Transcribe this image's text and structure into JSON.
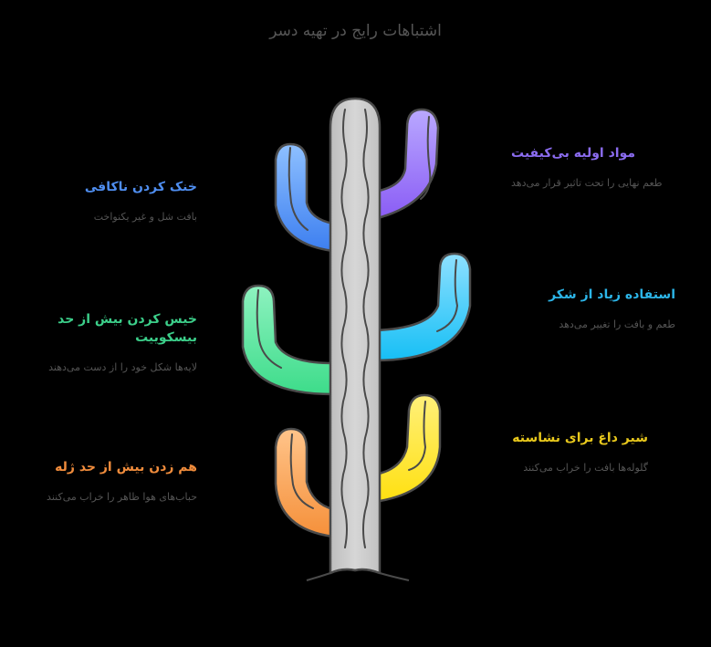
{
  "title": "اشتباهات رایج در تهیه دسر",
  "items": [
    {
      "heading": "مواد اولیه بی‌کیفیت",
      "description": "طعم نهایی را تحت تاثیر قرار می‌دهد",
      "color": "#8b6cf0",
      "side": "right"
    },
    {
      "heading": "استفاده زیاد از شکر",
      "description": "طعم و بافت را تغییر می‌دهد",
      "color": "#2cb5e8",
      "side": "right"
    },
    {
      "heading": "شیر داغ برای نشاسته",
      "description": "گلوله‌ها بافت را خراب می‌کنند",
      "color": "#e8c81c",
      "side": "right"
    },
    {
      "heading": "خنک کردن ناکافی",
      "description": "بافت شل و غیر یکنواخت",
      "color": "#4f8ef0",
      "side": "left"
    },
    {
      "heading": "خیس کردن بیش از حد بیسکوییت",
      "description": "لایه‌ها شکل خود را از دست می‌دهند",
      "color": "#3ccf8a",
      "side": "left"
    },
    {
      "heading": "هم زدن بیش از حد ژله",
      "description": "حباب‌های هوا ظاهر را خراب می‌کنند",
      "color": "#f08c3c",
      "side": "left"
    }
  ],
  "colors": {
    "trunk": "#c8c8c8",
    "outline": "#4a4a4a",
    "background": "#000000"
  }
}
